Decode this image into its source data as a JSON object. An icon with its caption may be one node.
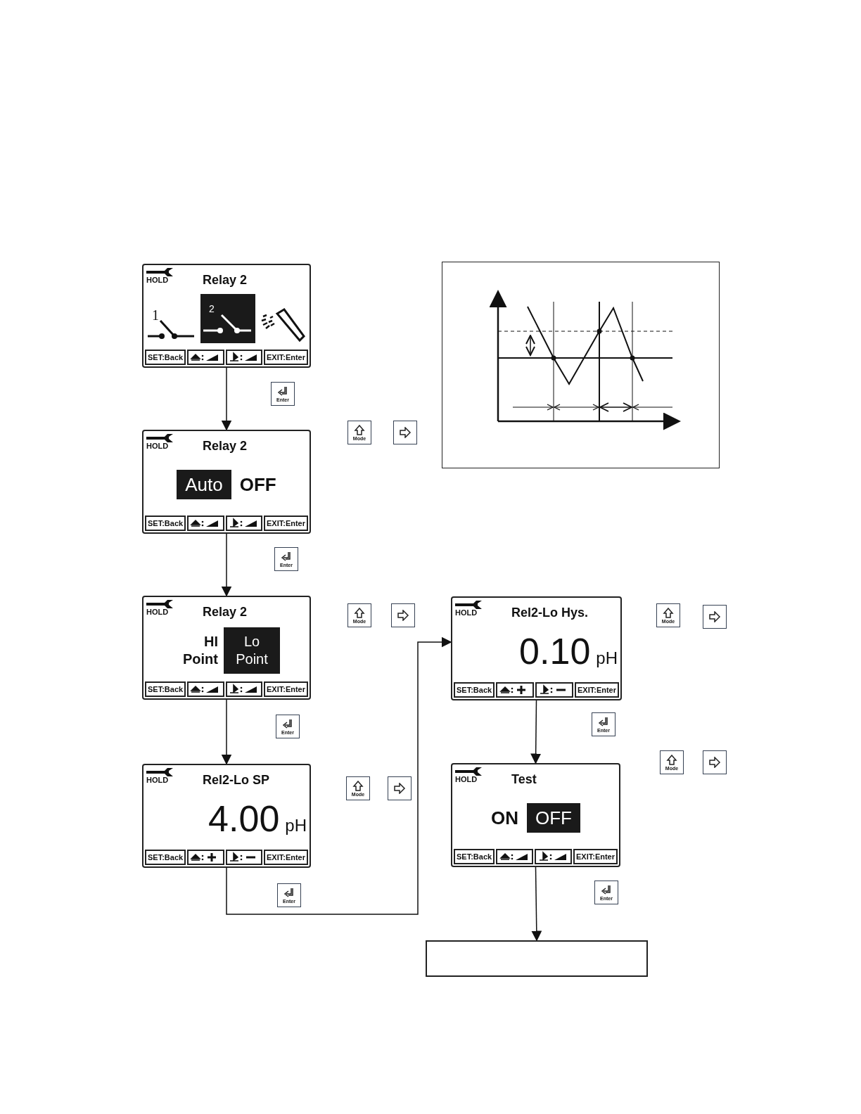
{
  "diagram": {
    "nodes": [
      {
        "text": [
          "HOLD",
          "Relay 2",
          "1",
          "2",
          "SET:Back",
          "EXIT:Enter"
        ]
      },
      {
        "text": [
          "HOLD",
          "Relay 2",
          "Auto",
          "OFF",
          "SET:Back",
          "EXIT:Enter"
        ]
      },
      {
        "text": [
          "HOLD",
          "Relay 2",
          "HI Point",
          "Lo Point",
          "SET:Back",
          "EXIT:Enter"
        ]
      },
      {
        "text": [
          "HOLD",
          "Rel2-Lo SP",
          "4.00",
          "pH",
          "SET:Back",
          "EXIT:Enter"
        ]
      },
      {
        "text": [
          "HOLD",
          "Rel2-Lo Hys.",
          "0.10",
          "pH",
          "SET:Back",
          "EXIT:Enter"
        ]
      },
      {
        "text": [
          "HOLD",
          "Test",
          "ON",
          "OFF",
          "SET:Back",
          "EXIT:Enter"
        ]
      },
      {
        "text": [],
        "shape": "box"
      }
    ],
    "edges": [
      {
        "from": 0,
        "to": 1,
        "arrow": "to"
      },
      {
        "from": 1,
        "to": 2,
        "arrow": "to"
      },
      {
        "from": 2,
        "to": 3,
        "arrow": "to"
      },
      {
        "from": 3,
        "to": 4,
        "arrow": "to"
      },
      {
        "from": 4,
        "to": 5,
        "arrow": "to"
      },
      {
        "from": 5,
        "to": 6,
        "arrow": "to"
      }
    ],
    "labels": [
      "Enter",
      "Mode",
      "Enter",
      "Mode",
      "Mode",
      "Enter",
      "Enter",
      "Mode",
      "Mode",
      "Enter",
      "Enter"
    ]
  }
}
